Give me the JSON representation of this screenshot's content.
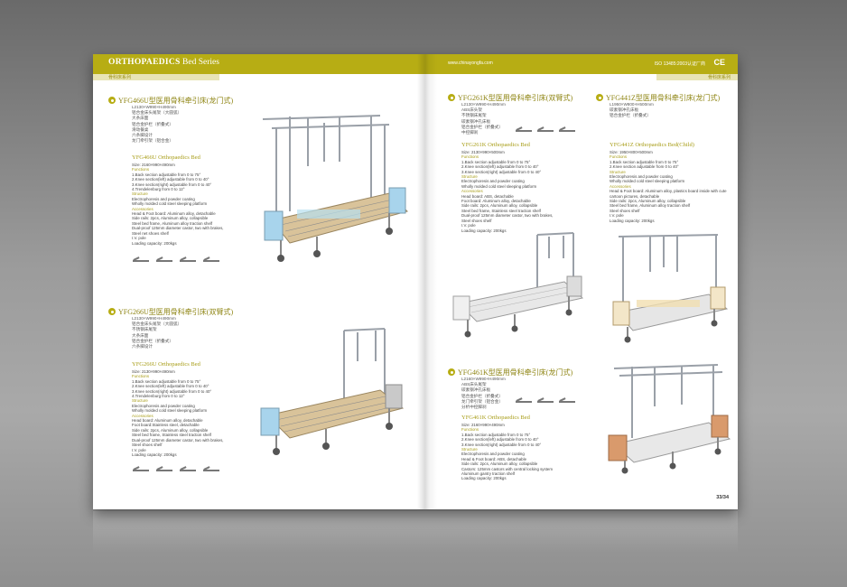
{
  "header": {
    "left_title_bold": "ORTHOPAEDICS",
    "left_title_rest": " Bed Series",
    "left_subtitle": "骨科床系列",
    "right_url": "www.chinayongfa.com",
    "right_cert": "ISO 13485:2003认证厂商",
    "right_ce": "CE",
    "right_subtitle": "骨科床系列"
  },
  "products": [
    {
      "title": "YFG466U型医用骨科牵引床(龙门式)",
      "spec": [
        "L2130×W990×H490mm",
        "铝合金床头尾架（大圆弧）",
        "大条床面",
        "铝合金护栏（折叠式）",
        "滑动餐桌",
        "六条脚设计",
        "龙门牵引架（铝合金）"
      ],
      "subtitle": "YFG466U Orthopaedics Bed",
      "size": "Size: 2160×990×490mm",
      "functions_hd": "Functions",
      "functions": [
        "1.Back section adjustable from 0 to 75°",
        "2.Knee section(left) adjustable from 0 to 40°",
        "3.Knee section(right) adjustable from 0 to 40°",
        "4.Trendelenburg from 0 to 12°"
      ],
      "structure_hd": "Structure",
      "structure": [
        "Electrophoresis and powder coating",
        "Wholly molded cold steel sleeping platform"
      ],
      "accessories_hd": "Accessories",
      "accessories": [
        "Head & Foot board: Aluminum alloy, detachable",
        "Side rails: 2pcs, Aluminum alloy, collapsible",
        "Steel bed frame, Aluminum alloy traction shelf",
        "Dual-proof 125mm diameter castor, two with brakes,",
        "Steel net shoes shelf",
        "I.V. pole",
        "Loading capacity: 200kgs"
      ]
    },
    {
      "title": "YFG266U型医用骨科牵引床(双臂式)",
      "spec": [
        "L2130×W990×H490mm",
        "铝合金床头尾架（大圆弧）",
        "不锈钢床尾架",
        "大条床面",
        "铝合金护栏（折叠式）",
        "六条脚设计"
      ],
      "subtitle": "YFG266U Orthopaedics Bed",
      "size": "Size: 2130×990×490mm",
      "functions_hd": "Functions",
      "functions": [
        "1.Back section adjustable from 0 to 75°",
        "2.Knee section(left) adjustable from 0 to 40°",
        "3.Knee section(right) adjustable from 0 to 40°",
        "4.Trendelenburg from 0 to 12°"
      ],
      "structure_hd": "Structure",
      "structure": [
        "Electrophoresis and powder coating",
        "Wholly molded cold steel sleeping platform"
      ],
      "accessories_hd": "Accessories",
      "accessories": [
        "Head board: Aluminum alloy, detachable",
        "Foot board:Stainless steel, detachable",
        "Side rails: 2pcs, Aluminum alloy, collapsible",
        "Steel bed frame, Stainless steel traction shelf",
        "Dual-proof 125mm diameter castor, two with brakes,",
        "Steel shoes shelf",
        "I.V. pole",
        "Loading capacity: 200kgs"
      ]
    },
    {
      "title": "YFG261K型医用骨科牵引床(双臂式)",
      "spec": [
        "L2130×W990×H490mm",
        "ABS床头架",
        "不锈钢床尾架",
        "碳素钢冲孔床板",
        "铝合金护栏（折叠式）",
        "中控脚刹"
      ],
      "subtitle": "YFG261K Orthopaedics Bed",
      "size": "Size: 2130×990×500mm",
      "functions_hd": "Functions",
      "functions": [
        "1.Back section adjustable from 0 to 75°",
        "2.Knee section(left) adjustable from 0 to 40°",
        "3.Knee section(right) adjustable from 0 to 40°"
      ],
      "structure_hd": "Structure",
      "structure": [
        "Electrophoresis and powder coating",
        "Wholly molded cold steel sleeping platform"
      ],
      "accessories_hd": "Accessories",
      "accessories": [
        "Head board: ABS, detachable",
        "Foot board: Aluminum alloy, detachable",
        "Side rails: 2pcs, Aluminum alloy, collapsible",
        "Steel bed frame, Stainless steel traction shelf",
        "Dual-proof 125mm diameter castor, two with brakes,",
        "Steel shoes shelf",
        "I.V. pole",
        "Loading capacity: 200kgs"
      ]
    },
    {
      "title": "YFG441Z型医用骨科牵引床(龙门式)",
      "spec": [
        "L1950×W800×H500mm",
        "碳素钢冲孔床板",
        "铝合金护栏（折叠式）"
      ],
      "subtitle": "YFG441Z Orthopaedics Bed(Child)",
      "size": "Size: 1950×800×500mm",
      "functions_hd": "Functions",
      "functions": [
        "1.Back section adjustable from 0 to 75°",
        "2.Knee section adjustable from 0 to 40°"
      ],
      "structure_hd": "Structure",
      "structure": [
        "Electrophoresis and powder coating",
        "Wholly molded cold steel sleeping platform"
      ],
      "accessories_hd": "Accessories",
      "accessories": [
        "Head & Foot board: Aluminum alloy, plastics board inside with cute",
        "cartoon pictures, detachable",
        "Side rails: 2pcs, Aluminum alloy, collapsible",
        "Steel bed frame, Aluminum alloy traction shelf",
        "Steel shoes shelf",
        "I.V. pole",
        "Loading capacity: 200kgs"
      ]
    },
    {
      "title": "YFG461K型医用骨科牵引床(龙门式)",
      "spec": [
        "L2160×W990×H490mm",
        "ABS床头尾架",
        "碳素钢冲孔床板",
        "铝合金护栏（折叠式）",
        "龙门牵引架（铝合金）",
        "分析中控脚刹"
      ],
      "subtitle": "YFG461K Orthopaedics Bed",
      "size": "Size: 2160×990×490mm",
      "functions_hd": "Functions",
      "functions": [
        "1.Back section adjustable from 0 to 75°",
        "2.Knee section(left) adjustable from 0 to 40°",
        "3.Knee section(right) adjustable from 0 to 40°"
      ],
      "structure_hd": "Structure",
      "structure": [
        "Electrophoresis and powder coating",
        "Head & Foot board: ABS, detachable",
        "Side rails: 2pcs, Aluminum alloy, collapsible",
        "Castors: 125mm castors with central locking system",
        "Aluminum gantry traction shelf",
        "Loading capacity: 200kgs"
      ],
      "accessories_hd": "",
      "accessories": []
    }
  ],
  "page_number": "33/34"
}
